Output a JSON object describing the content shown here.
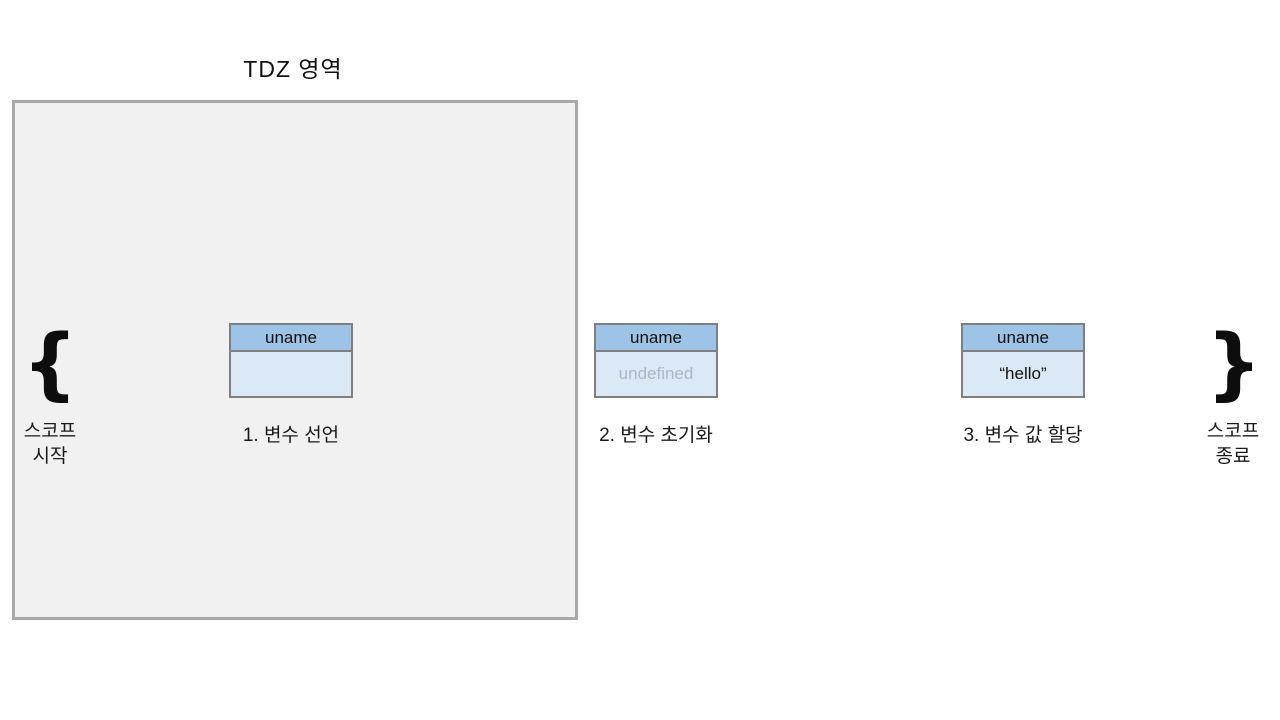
{
  "title": "TDZ 영역",
  "scope_start": {
    "brace": "{",
    "label_line1": "스코프",
    "label_line2": "시작"
  },
  "scope_end": {
    "brace": "}",
    "label_line1": "스코프",
    "label_line2": "종료"
  },
  "steps": [
    {
      "var_name": "uname",
      "value": "",
      "label": "1. 변수 선언"
    },
    {
      "var_name": "uname",
      "value": "undefined",
      "label": "2. 변수 초기화"
    },
    {
      "var_name": "uname",
      "value": "“hello”",
      "label": "3. 변수 값 할당"
    }
  ],
  "colors": {
    "var_header_fill": "#9dc3e6",
    "var_body_fill": "#dbe9f6",
    "var_border": "#7f7f7f",
    "region_fill": "#f1f1f1",
    "region_border": "#a9a9a9",
    "muted_value_text": "#aeb6c0",
    "text": "#1a1a1a",
    "background": "#ffffff"
  }
}
